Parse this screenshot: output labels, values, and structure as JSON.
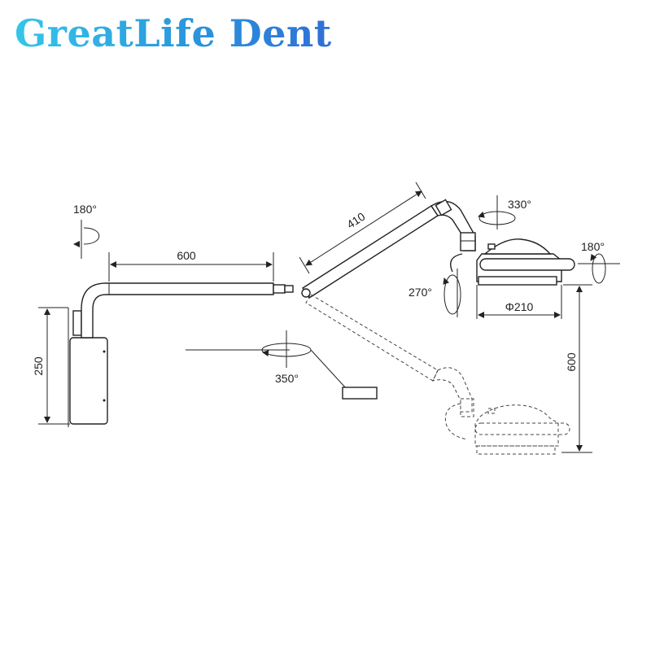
{
  "brand": {
    "name": "GreatLife Dent",
    "gradient_start": "#35c6e9",
    "gradient_end": "#2f6fd6"
  },
  "dimensions": {
    "arm_length": "600",
    "upper_arm_length": "410",
    "mount_height": "250",
    "lamp_head_diameter": "Φ210",
    "vertical_travel": "600"
  },
  "rotations": {
    "wall_joint": "180°",
    "arm_joint": "350°",
    "head_vertical": "330°",
    "head_tilt": "270°",
    "head_side": "180°"
  }
}
